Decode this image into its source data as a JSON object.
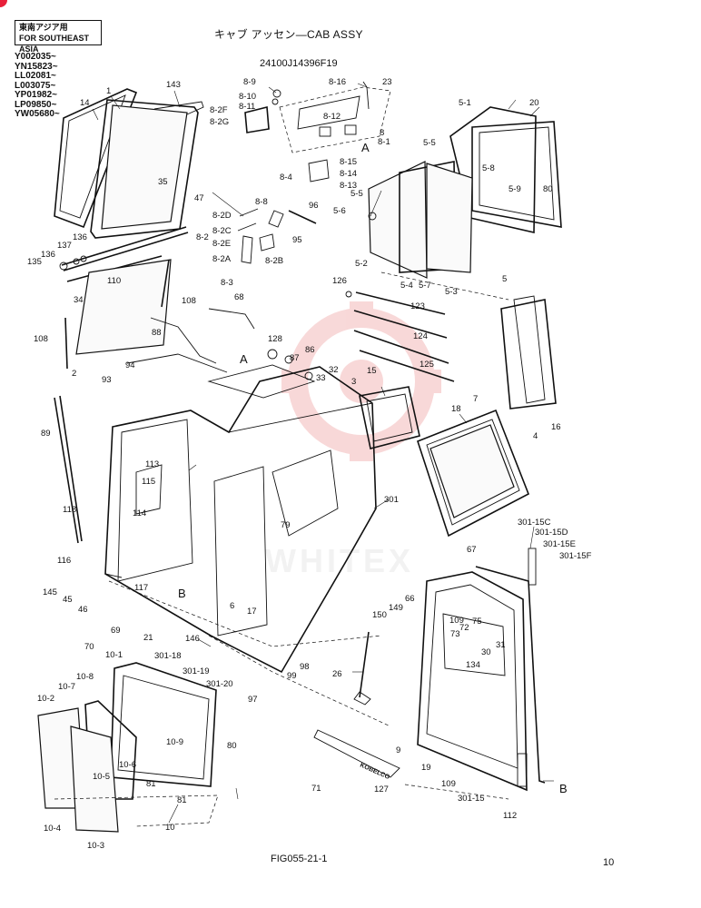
{
  "header": {
    "region_line1": "東南アジア用",
    "region_line2": "FOR SOUTHEAST ASIA",
    "title": "キャブ アッセン—CAB ASSY",
    "part_number": "24100J14396F19",
    "serials": [
      "Y002035~",
      "YN15823~",
      "LL02081~",
      "L003075~",
      "YP01982~",
      "LP09850~",
      "YW05680~"
    ]
  },
  "footer": {
    "figure_code": "FIG055-21-1",
    "page_number": "10"
  },
  "watermark": "WHITEX",
  "door_brand": "KOBELCO",
  "callouts": [
    {
      "id": "14",
      "text": "14"
    },
    {
      "id": "1",
      "text": "1"
    },
    {
      "id": "143",
      "text": "143"
    },
    {
      "id": "35",
      "text": "35"
    },
    {
      "id": "47",
      "text": "47"
    },
    {
      "id": "136a",
      "text": "136"
    },
    {
      "id": "136b",
      "text": "136"
    },
    {
      "id": "137",
      "text": "137"
    },
    {
      "id": "135",
      "text": "135"
    },
    {
      "id": "110",
      "text": "110"
    },
    {
      "id": "34",
      "text": "34"
    },
    {
      "id": "108a",
      "text": "108"
    },
    {
      "id": "108b",
      "text": "108"
    },
    {
      "id": "2",
      "text": "2"
    },
    {
      "id": "68",
      "text": "68"
    },
    {
      "id": "88",
      "text": "88"
    },
    {
      "id": "94",
      "text": "94"
    },
    {
      "id": "93",
      "text": "93"
    },
    {
      "id": "89",
      "text": "89"
    },
    {
      "id": "113",
      "text": "113"
    },
    {
      "id": "115",
      "text": "115"
    },
    {
      "id": "114",
      "text": "114"
    },
    {
      "id": "118",
      "text": "118"
    },
    {
      "id": "116",
      "text": "116"
    },
    {
      "id": "117",
      "text": "117"
    },
    {
      "id": "145",
      "text": "145"
    },
    {
      "id": "45",
      "text": "45"
    },
    {
      "id": "46",
      "text": "46"
    },
    {
      "id": "69",
      "text": "69"
    },
    {
      "id": "70",
      "text": "70"
    },
    {
      "id": "146",
      "text": "146"
    },
    {
      "id": "8-9",
      "text": "8-9"
    },
    {
      "id": "8-10",
      "text": "8-10"
    },
    {
      "id": "8-11",
      "text": "8-11"
    },
    {
      "id": "8-2F",
      "text": "8-2F"
    },
    {
      "id": "8-2G",
      "text": "8-2G"
    },
    {
      "id": "8-16",
      "text": "8-16"
    },
    {
      "id": "23",
      "text": "23"
    },
    {
      "id": "8-12",
      "text": "8-12"
    },
    {
      "id": "8",
      "text": "8"
    },
    {
      "id": "8-1",
      "text": "8-1"
    },
    {
      "id": "A-top",
      "text": "A"
    },
    {
      "id": "8-15",
      "text": "8-15"
    },
    {
      "id": "8-14",
      "text": "8-14"
    },
    {
      "id": "8-4",
      "text": "8-4"
    },
    {
      "id": "8-13",
      "text": "8-13"
    },
    {
      "id": "8-8",
      "text": "8-8"
    },
    {
      "id": "96",
      "text": "96"
    },
    {
      "id": "8-2D",
      "text": "8-2D"
    },
    {
      "id": "8-2C",
      "text": "8-2C"
    },
    {
      "id": "8-2",
      "text": "8-2"
    },
    {
      "id": "8-2E",
      "text": "8-2E"
    },
    {
      "id": "8-2A",
      "text": "8-2A"
    },
    {
      "id": "8-2B",
      "text": "8-2B"
    },
    {
      "id": "95",
      "text": "95"
    },
    {
      "id": "8-3",
      "text": "8-3"
    },
    {
      "id": "5-1",
      "text": "5-1"
    },
    {
      "id": "20",
      "text": "20"
    },
    {
      "id": "5-5a",
      "text": "5-5"
    },
    {
      "id": "5-8",
      "text": "5-8"
    },
    {
      "id": "5-9",
      "text": "5-9"
    },
    {
      "id": "80a",
      "text": "80"
    },
    {
      "id": "5-5b",
      "text": "5-5"
    },
    {
      "id": "5-6",
      "text": "5-6"
    },
    {
      "id": "5-2",
      "text": "5-2"
    },
    {
      "id": "5-4",
      "text": "5-4"
    },
    {
      "id": "5-7",
      "text": "5-7"
    },
    {
      "id": "5-3",
      "text": "5-3"
    },
    {
      "id": "5",
      "text": "5"
    },
    {
      "id": "126",
      "text": "126"
    },
    {
      "id": "123",
      "text": "123"
    },
    {
      "id": "124",
      "text": "124"
    },
    {
      "id": "125",
      "text": "125"
    },
    {
      "id": "128",
      "text": "128"
    },
    {
      "id": "86",
      "text": "86"
    },
    {
      "id": "87",
      "text": "87"
    },
    {
      "id": "A-mid",
      "text": "A"
    },
    {
      "id": "33",
      "text": "33"
    },
    {
      "id": "32",
      "text": "32"
    },
    {
      "id": "3",
      "text": "3"
    },
    {
      "id": "15",
      "text": "15"
    },
    {
      "id": "18",
      "text": "18"
    },
    {
      "id": "7",
      "text": "7"
    },
    {
      "id": "4",
      "text": "4"
    },
    {
      "id": "16",
      "text": "16"
    },
    {
      "id": "79",
      "text": "79"
    },
    {
      "id": "301",
      "text": "301"
    },
    {
      "id": "B-left",
      "text": "B"
    },
    {
      "id": "6",
      "text": "6"
    },
    {
      "id": "17",
      "text": "17"
    },
    {
      "id": "301-15C",
      "text": "301-15C"
    },
    {
      "id": "301-15D",
      "text": "301-15D"
    },
    {
      "id": "301-15E",
      "text": "301-15E"
    },
    {
      "id": "301-15F",
      "text": "301-15F"
    },
    {
      "id": "67",
      "text": "67"
    },
    {
      "id": "66",
      "text": "66"
    },
    {
      "id": "149",
      "text": "149"
    },
    {
      "id": "150",
      "text": "150"
    },
    {
      "id": "109a",
      "text": "109"
    },
    {
      "id": "72",
      "text": "72"
    },
    {
      "id": "75",
      "text": "75"
    },
    {
      "id": "73",
      "text": "73"
    },
    {
      "id": "30",
      "text": "30"
    },
    {
      "id": "31",
      "text": "31"
    },
    {
      "id": "134",
      "text": "134"
    },
    {
      "id": "21",
      "text": "21"
    },
    {
      "id": "10-1",
      "text": "10-1"
    },
    {
      "id": "10-7",
      "text": "10-7"
    },
    {
      "id": "10-8",
      "text": "10-8"
    },
    {
      "id": "10-2",
      "text": "10-2"
    },
    {
      "id": "301-18",
      "text": "301-18"
    },
    {
      "id": "301-19",
      "text": "301-19"
    },
    {
      "id": "301-20",
      "text": "301-20"
    },
    {
      "id": "99",
      "text": "99"
    },
    {
      "id": "98",
      "text": "98"
    },
    {
      "id": "97",
      "text": "97"
    },
    {
      "id": "26",
      "text": "26"
    },
    {
      "id": "10-9",
      "text": "10-9"
    },
    {
      "id": "80b",
      "text": "80"
    },
    {
      "id": "10-6",
      "text": "10-6"
    },
    {
      "id": "10-5",
      "text": "10-5"
    },
    {
      "id": "81a",
      "text": "81"
    },
    {
      "id": "81b",
      "text": "81"
    },
    {
      "id": "10-4",
      "text": "10-4"
    },
    {
      "id": "10-3",
      "text": "10-3"
    },
    {
      "id": "10",
      "text": "10"
    },
    {
      "id": "9",
      "text": "9"
    },
    {
      "id": "19",
      "text": "19"
    },
    {
      "id": "109b",
      "text": "109"
    },
    {
      "id": "301-15",
      "text": "301-15"
    },
    {
      "id": "112",
      "text": "112"
    },
    {
      "id": "B-right",
      "text": "B"
    },
    {
      "id": "127",
      "text": "127"
    },
    {
      "id": "71",
      "text": "71"
    }
  ],
  "colors": {
    "line": "#111111",
    "corner_mark": "#e8203a",
    "watermark": "#f3b9b9"
  }
}
